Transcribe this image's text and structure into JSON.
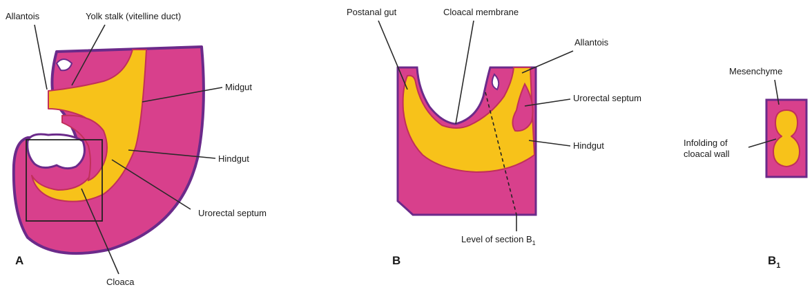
{
  "colors": {
    "mesenchyme": "#d8408c",
    "epithelium_edge": "#6b2a8a",
    "endoderm": "#f7c21a",
    "endoderm_edge": "#c0305a"
  },
  "panels": {
    "a": {
      "tag": "A",
      "labels": {
        "allantois": "Allantois",
        "yolk_stalk": "Yolk stalk (vitelline duct)",
        "midgut": "Midgut",
        "hindgut": "Hindgut",
        "urorectal_septum": "Urorectal septum",
        "cloaca": "Cloaca"
      }
    },
    "b": {
      "tag": "B",
      "labels": {
        "postanal_gut": "Postanal gut",
        "cloacal_membrane": "Cloacal membrane",
        "allantois": "Allantois",
        "urorectal_septum": "Urorectal septum",
        "hindgut": "Hindgut",
        "level_of_section": "Level of section B",
        "level_of_section_sub": "1"
      }
    },
    "b1": {
      "tag": "B",
      "tag_sub": "1",
      "labels": {
        "mesenchyme": "Mesenchyme",
        "infolding_line1": "Infolding of",
        "infolding_line2": "cloacal wall"
      }
    }
  }
}
